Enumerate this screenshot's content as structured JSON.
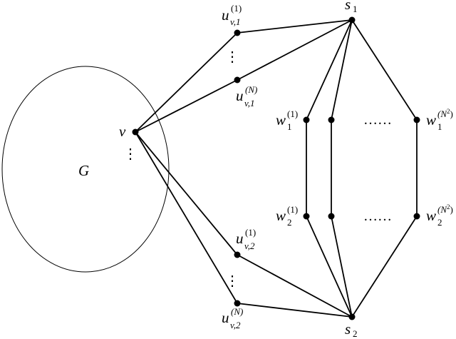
{
  "graph": {
    "region_label": "G",
    "vertex_v": "v",
    "s1": {
      "base": "s",
      "sub": "1"
    },
    "s2": {
      "base": "s",
      "sub": "2"
    },
    "u_v1_first": {
      "base": "u",
      "sup": "(1)",
      "sub": "v,1"
    },
    "u_v1_last": {
      "base": "u",
      "sup": "(N)",
      "sub": "v,1"
    },
    "u_v2_first": {
      "base": "u",
      "sup": "(1)",
      "sub": "v,2"
    },
    "u_v2_last": {
      "base": "u",
      "sup": "(N)",
      "sub": "v,2"
    },
    "w1_first": {
      "base": "w",
      "sup": "(1)",
      "sub": "1"
    },
    "w1_last": {
      "base": "w",
      "sup_base": "(N",
      "sup_exp": "2",
      "sup_close": ")",
      "sub": "1"
    },
    "w2_first": {
      "base": "w",
      "sup": "(1)",
      "sub": "2"
    },
    "w2_last": {
      "base": "w",
      "sup_base": "(N",
      "sup_exp": "2",
      "sup_close": ")",
      "sub": "2"
    },
    "vertical_ellipsis": "⋮",
    "horizontal_dots": "……"
  }
}
